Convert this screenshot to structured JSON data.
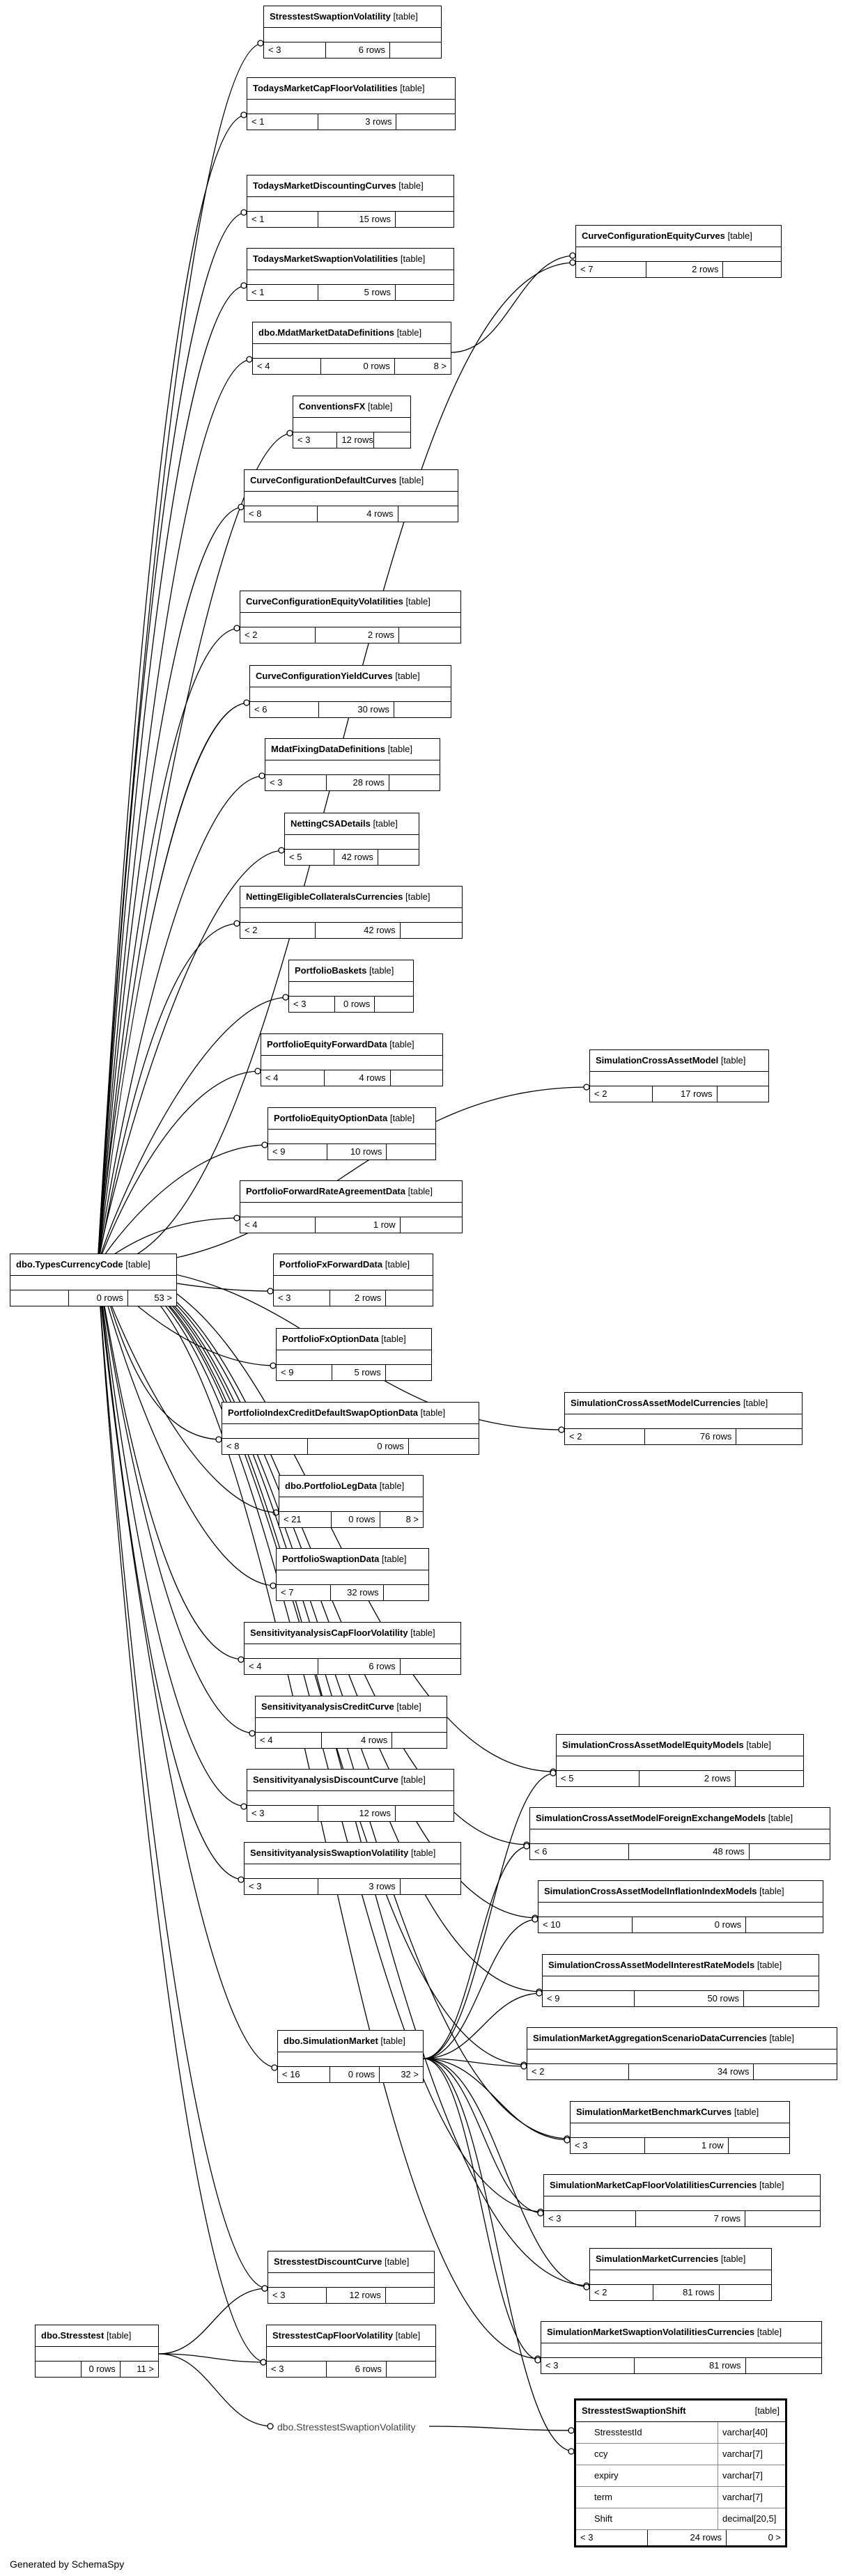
{
  "tables": [
    {
      "id": "t_sw_vol",
      "name": "StresstestSwaptionVolatility",
      "kind": "[table]",
      "parents": "< 3",
      "rows": "6 rows",
      "children": ""
    },
    {
      "id": "t_mcf",
      "name": "TodaysMarketCapFloorVolatilities",
      "kind": "[table]",
      "parents": "< 1",
      "rows": "3 rows",
      "children": ""
    },
    {
      "id": "t_mdc",
      "name": "TodaysMarketDiscountingCurves",
      "kind": "[table]",
      "parents": "< 1",
      "rows": "15 rows",
      "children": ""
    },
    {
      "id": "t_msv",
      "name": "TodaysMarketSwaptionVolatilities",
      "kind": "[table]",
      "parents": "< 1",
      "rows": "5 rows",
      "children": ""
    },
    {
      "id": "t_mdd",
      "name": "dbo.MdatMarketDataDefinitions",
      "kind": "[table]",
      "parents": "< 4",
      "rows": "0 rows",
      "children": "8 >"
    },
    {
      "id": "t_cfx",
      "name": "ConventionsFX",
      "kind": "[table]",
      "parents": "< 3",
      "rows": "12 rows",
      "children": ""
    },
    {
      "id": "t_ccdc",
      "name": "CurveConfigurationDefaultCurves",
      "kind": "[table]",
      "parents": "< 8",
      "rows": "4 rows",
      "children": ""
    },
    {
      "id": "t_ccev",
      "name": "CurveConfigurationEquityVolatilities",
      "kind": "[table]",
      "parents": "< 2",
      "rows": "2 rows",
      "children": ""
    },
    {
      "id": "t_ccyc",
      "name": "CurveConfigurationYieldCurves",
      "kind": "[table]",
      "parents": "< 6",
      "rows": "30 rows",
      "children": ""
    },
    {
      "id": "t_mfdd",
      "name": "MdatFixingDataDefinitions",
      "kind": "[table]",
      "parents": "< 3",
      "rows": "28 rows",
      "children": ""
    },
    {
      "id": "t_ncsa",
      "name": "NettingCSADetails",
      "kind": "[table]",
      "parents": "< 5",
      "rows": "42 rows",
      "children": ""
    },
    {
      "id": "t_necc",
      "name": "NettingEligibleCollateralsCurrencies",
      "kind": "[table]",
      "parents": "< 2",
      "rows": "42 rows",
      "children": ""
    },
    {
      "id": "t_pb",
      "name": "PortfolioBaskets",
      "kind": "[table]",
      "parents": "< 3",
      "rows": "0 rows",
      "children": ""
    },
    {
      "id": "t_pefd",
      "name": "PortfolioEquityForwardData",
      "kind": "[table]",
      "parents": "< 4",
      "rows": "4 rows",
      "children": ""
    },
    {
      "id": "t_peod",
      "name": "PortfolioEquityOptionData",
      "kind": "[table]",
      "parents": "< 9",
      "rows": "10 rows",
      "children": ""
    },
    {
      "id": "t_pfra",
      "name": "PortfolioForwardRateAgreementData",
      "kind": "[table]",
      "parents": "< 4",
      "rows": "1 row",
      "children": ""
    },
    {
      "id": "t_tcc",
      "name": "dbo.TypesCurrencyCode",
      "kind": "[table]",
      "parents": "",
      "rows": "0 rows",
      "children": "53 >"
    },
    {
      "id": "t_pfxf",
      "name": "PortfolioFxForwardData",
      "kind": "[table]",
      "parents": "< 3",
      "rows": "2 rows",
      "children": ""
    },
    {
      "id": "t_pfxo",
      "name": "PortfolioFxOptionData",
      "kind": "[table]",
      "parents": "< 9",
      "rows": "5 rows",
      "children": ""
    },
    {
      "id": "t_picd",
      "name": "PortfolioIndexCreditDefaultSwapOptionData",
      "kind": "[table]",
      "parents": "< 8",
      "rows": "0 rows",
      "children": ""
    },
    {
      "id": "t_pld",
      "name": "dbo.PortfolioLegData",
      "kind": "[table]",
      "parents": "< 21",
      "rows": "0 rows",
      "children": "8 >"
    },
    {
      "id": "t_psd",
      "name": "PortfolioSwaptionData",
      "kind": "[table]",
      "parents": "< 7",
      "rows": "32 rows",
      "children": ""
    },
    {
      "id": "t_sacf",
      "name": "SensitivityanalysisCapFloorVolatility",
      "kind": "[table]",
      "parents": "< 4",
      "rows": "6 rows",
      "children": ""
    },
    {
      "id": "t_sacc",
      "name": "SensitivityanalysisCreditCurve",
      "kind": "[table]",
      "parents": "< 4",
      "rows": "4 rows",
      "children": ""
    },
    {
      "id": "t_sadc",
      "name": "SensitivityanalysisDiscountCurve",
      "kind": "[table]",
      "parents": "< 3",
      "rows": "12 rows",
      "children": ""
    },
    {
      "id": "t_sasv",
      "name": "SensitivityanalysisSwaptionVolatility",
      "kind": "[table]",
      "parents": "< 3",
      "rows": "3 rows",
      "children": ""
    },
    {
      "id": "t_sm",
      "name": "dbo.SimulationMarket",
      "kind": "[table]",
      "parents": "< 16",
      "rows": "0 rows",
      "children": "32 >"
    },
    {
      "id": "t_sdc",
      "name": "StresstestDiscountCurve",
      "kind": "[table]",
      "parents": "< 3",
      "rows": "12 rows",
      "children": ""
    },
    {
      "id": "t_st",
      "name": "dbo.Stresstest",
      "kind": "[table]",
      "parents": "",
      "rows": "0 rows",
      "children": "11 >"
    },
    {
      "id": "t_scfv",
      "name": "StresstestCapFloorVolatility",
      "kind": "[table]",
      "parents": "< 3",
      "rows": "6 rows",
      "children": ""
    },
    {
      "id": "t_ccec",
      "name": "CurveConfigurationEquityCurves",
      "kind": "[table]",
      "parents": "< 7",
      "rows": "2 rows",
      "children": ""
    },
    {
      "id": "t_scam",
      "name": "SimulationCrossAssetModel",
      "kind": "[table]",
      "parents": "< 2",
      "rows": "17 rows",
      "children": ""
    },
    {
      "id": "t_scamc",
      "name": "SimulationCrossAssetModelCurrencies",
      "kind": "[table]",
      "parents": "< 2",
      "rows": "76 rows",
      "children": ""
    },
    {
      "id": "t_scame",
      "name": "SimulationCrossAssetModelEquityModels",
      "kind": "[table]",
      "parents": "< 5",
      "rows": "2 rows",
      "children": ""
    },
    {
      "id": "t_scamf",
      "name": "SimulationCrossAssetModelForeignExchangeModels",
      "kind": "[table]",
      "parents": "< 6",
      "rows": "48 rows",
      "children": ""
    },
    {
      "id": "t_scami",
      "name": "SimulationCrossAssetModelInflationIndexModels",
      "kind": "[table]",
      "parents": "< 10",
      "rows": "0 rows",
      "children": ""
    },
    {
      "id": "t_scamr",
      "name": "SimulationCrossAssetModelInterestRateModels",
      "kind": "[table]",
      "parents": "< 9",
      "rows": "50 rows",
      "children": ""
    },
    {
      "id": "t_smas",
      "name": "SimulationMarketAggregationScenarioDataCurrencies",
      "kind": "[table]",
      "parents": "< 2",
      "rows": "34 rows",
      "children": ""
    },
    {
      "id": "t_smbc",
      "name": "SimulationMarketBenchmarkCurves",
      "kind": "[table]",
      "parents": "< 3",
      "rows": "1 row",
      "children": ""
    },
    {
      "id": "t_smcf",
      "name": "SimulationMarketCapFloorVolatilitiesCurrencies",
      "kind": "[table]",
      "parents": "< 3",
      "rows": "7 rows",
      "children": ""
    },
    {
      "id": "t_smc",
      "name": "SimulationMarketCurrencies",
      "kind": "[table]",
      "parents": "< 2",
      "rows": "81 rows",
      "children": ""
    },
    {
      "id": "t_smsv",
      "name": "SimulationMarketSwaptionVolatilitiesCurrencies",
      "kind": "[table]",
      "parents": "< 3",
      "rows": "81 rows",
      "children": ""
    }
  ],
  "focus_table": {
    "name": "StresstestSwaptionShift",
    "kind": "[table]",
    "columns": [
      {
        "name": "StresstestId",
        "type": "varchar[40]"
      },
      {
        "name": "ccy",
        "type": "varchar[7]"
      },
      {
        "name": "expiry",
        "type": "varchar[7]"
      },
      {
        "name": "term",
        "type": "varchar[7]"
      },
      {
        "name": "Shift",
        "type": "decimal[20,5]"
      }
    ],
    "parents": "< 3",
    "rows": "24 rows",
    "children": "0 >"
  },
  "implied_table": "dbo.StresstestSwaptionVolatility",
  "footer": "Generated by SchemaSpy"
}
